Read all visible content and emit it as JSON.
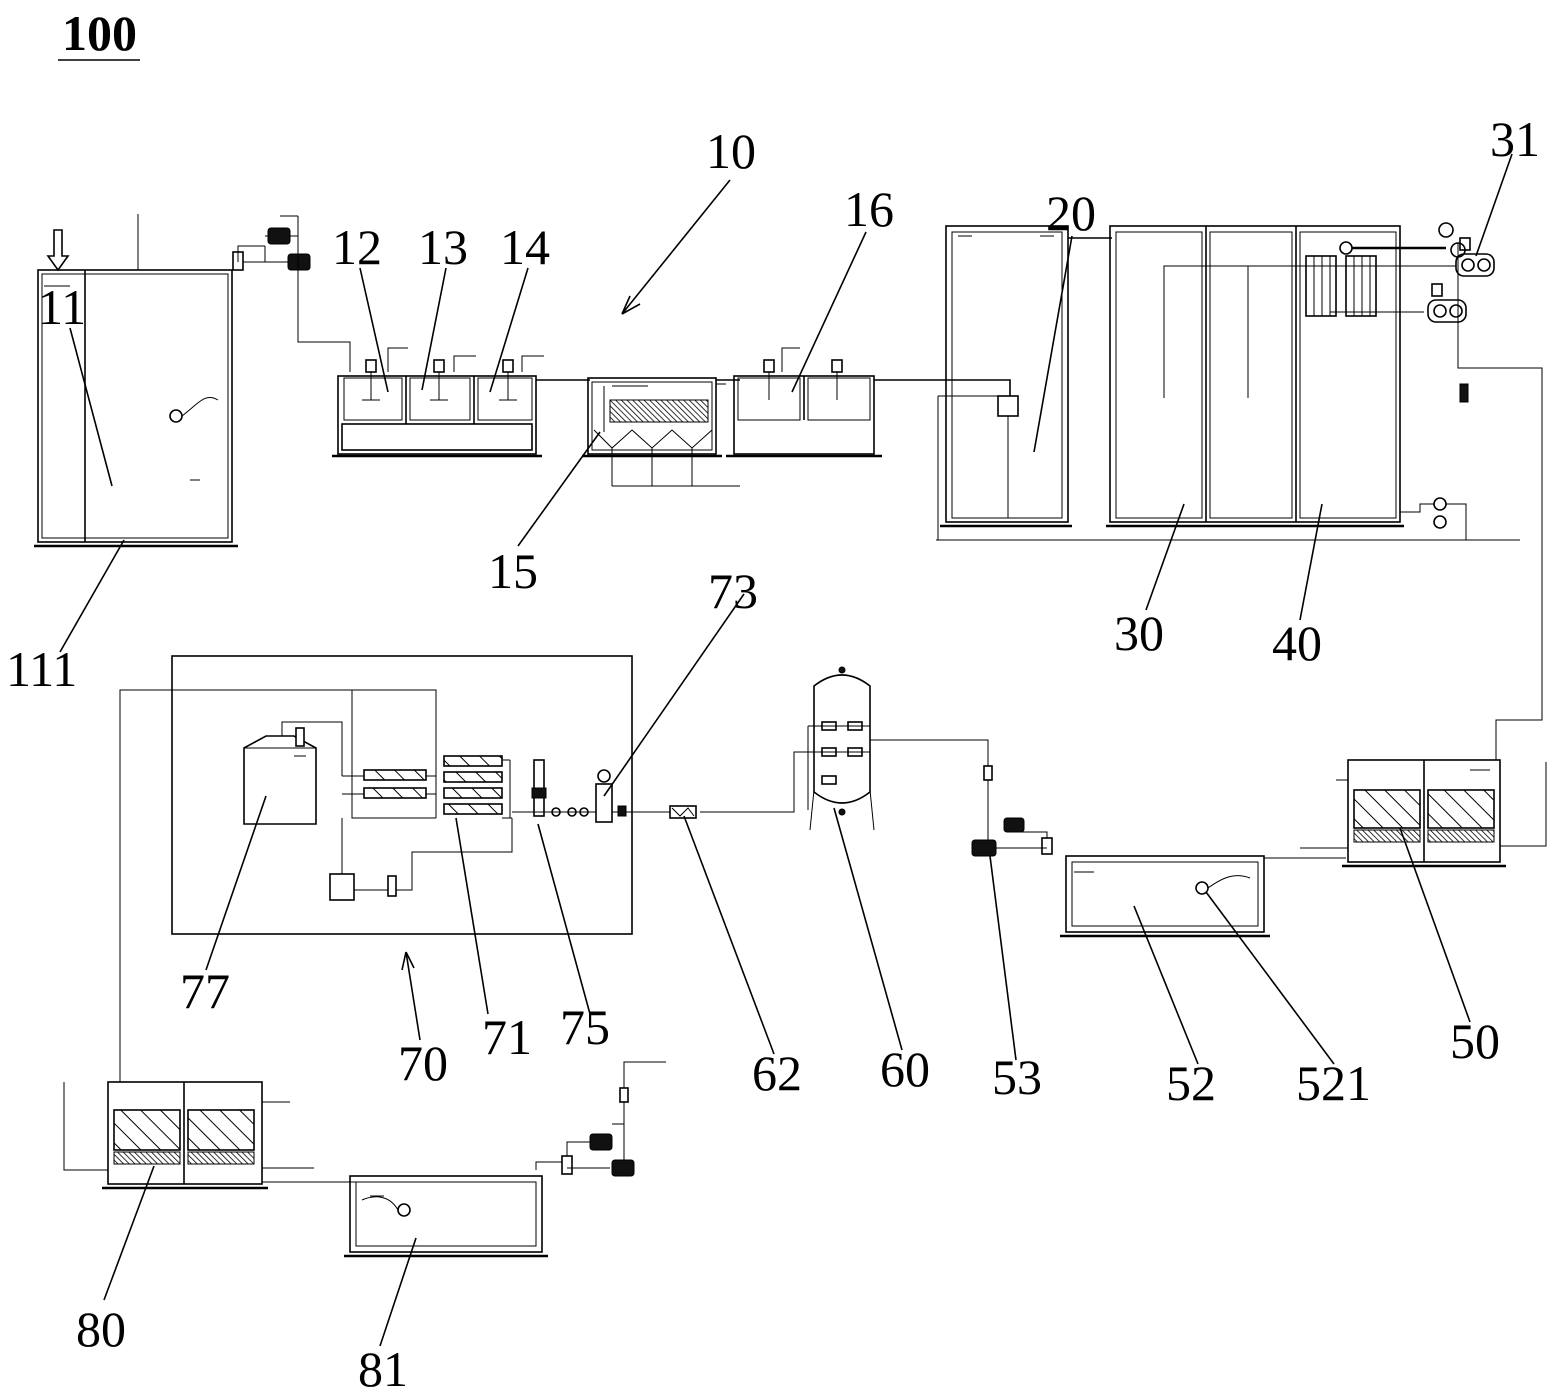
{
  "figure": {
    "title": "100",
    "labels": {
      "l10": "10",
      "l11": "11",
      "l111": "111",
      "l12": "12",
      "l13": "13",
      "l14": "14",
      "l15": "15",
      "l16": "16",
      "l20": "20",
      "l30": "30",
      "l31": "31",
      "l40": "40",
      "l50": "50",
      "l52": "52",
      "l521": "521",
      "l53": "53",
      "l60": "60",
      "l62": "62",
      "l70": "70",
      "l71": "71",
      "l73": "73",
      "l75": "75",
      "l77": "77",
      "l80": "80",
      "l81": "81"
    }
  }
}
